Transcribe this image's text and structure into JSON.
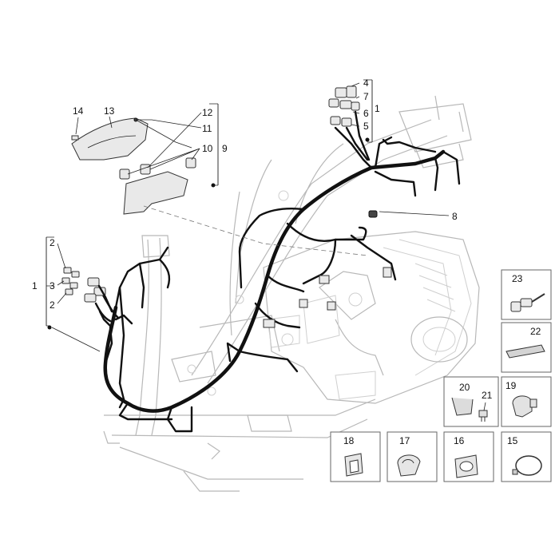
{
  "diagram": {
    "callouts": {
      "n1_top": "1",
      "n4": "4",
      "n7": "7",
      "n6": "6",
      "n5": "5",
      "n8": "8",
      "n9": "9",
      "n10": "10",
      "n11": "11",
      "n12": "12",
      "n13": "13",
      "n14": "14",
      "n1_left": "1",
      "n2_top": "2",
      "n3": "3",
      "n2_bot": "2"
    },
    "insets": {
      "i23": "23",
      "i22": "22",
      "i20": "20",
      "i21": "21",
      "i19": "19",
      "i18": "18",
      "i17": "17",
      "i16": "16",
      "i15": "15"
    }
  }
}
